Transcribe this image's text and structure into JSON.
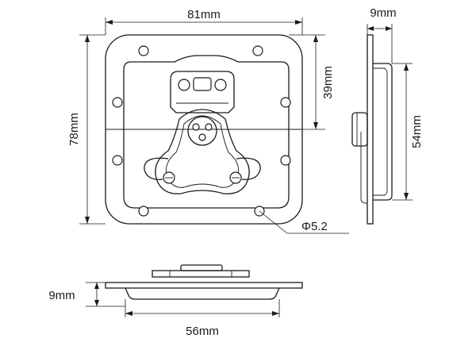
{
  "labels": {
    "front_width": "81mm",
    "front_height": "78mm",
    "front_upper": "39mm",
    "hole_diameter": "Φ5.2",
    "side_depth": "9mm",
    "side_height": "54mm",
    "bottom_depth": "9mm",
    "bottom_width": "56mm"
  }
}
